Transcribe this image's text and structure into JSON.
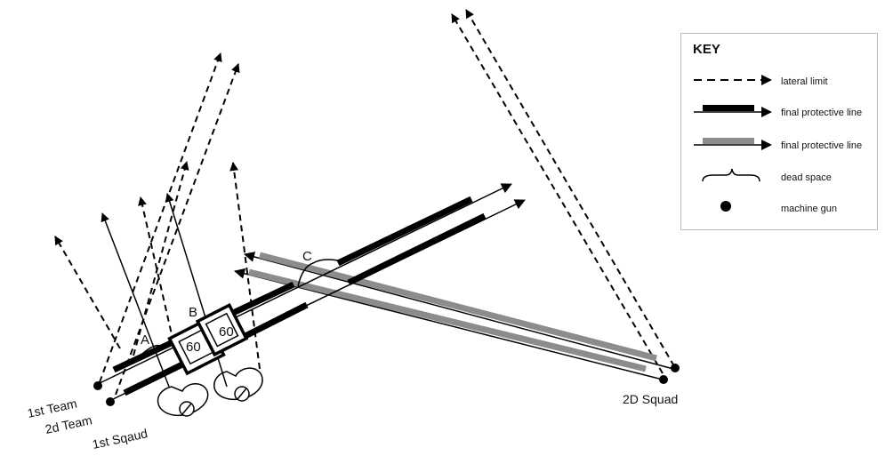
{
  "labels": {
    "first_team": "1st Team",
    "second_team": "2d Team",
    "first_squad": "1st Sqaud",
    "second_squad": "2D Squad",
    "point_a": "A",
    "point_b": "B",
    "point_c": "C",
    "gun_left": "60",
    "gun_right": "60"
  },
  "key": {
    "title": "KEY",
    "lateral_limit": "lateral limit",
    "fpl_black": "final protective line",
    "fpl_gray": "final protective line",
    "dead_space": "dead space",
    "machine_gun": "machine gun"
  },
  "colors": {
    "black": "#000000",
    "gray": "#8c8c8c"
  }
}
